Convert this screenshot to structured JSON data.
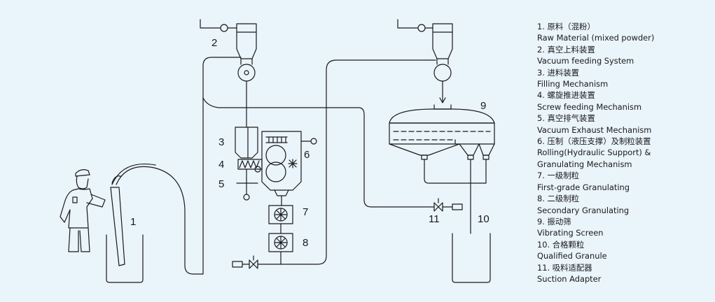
{
  "callouts": [
    "1",
    "2",
    "3",
    "4",
    "5",
    "6",
    "7",
    "8",
    "9",
    "10",
    "11"
  ],
  "legend": [
    {
      "cn": "1. 原料（混粉）",
      "en": "Raw Material (mixed powder)"
    },
    {
      "cn": "2. 真空上料装置",
      "en": "Vacuum feeding System"
    },
    {
      "cn": "3. 进料装置",
      "en": "Filling Mechanism"
    },
    {
      "cn": "4. 螺旋推进装置",
      "en": "Screw feeding Mechanism"
    },
    {
      "cn": "5. 真空排气装置",
      "en": "Vacuum Exhaust Mechanism"
    },
    {
      "cn": "6. 压制（液压支撑）及制粒装置",
      "en": "Rolling(Hydraulic Support) &",
      "en2": "Granulating Mechanism"
    },
    {
      "cn": "7. 一级制粒",
      "en": "First-grade Granulating"
    },
    {
      "cn": "8. 二级制粒",
      "en": "Secondary Granulating"
    },
    {
      "cn": "9. 振动筛",
      "en": "Vibrating Screen"
    },
    {
      "cn": "10. 合格颗粒",
      "en": "Qualified  Granule"
    },
    {
      "cn": "11. 吸料适配器",
      "en": "Suction Adapter"
    }
  ]
}
